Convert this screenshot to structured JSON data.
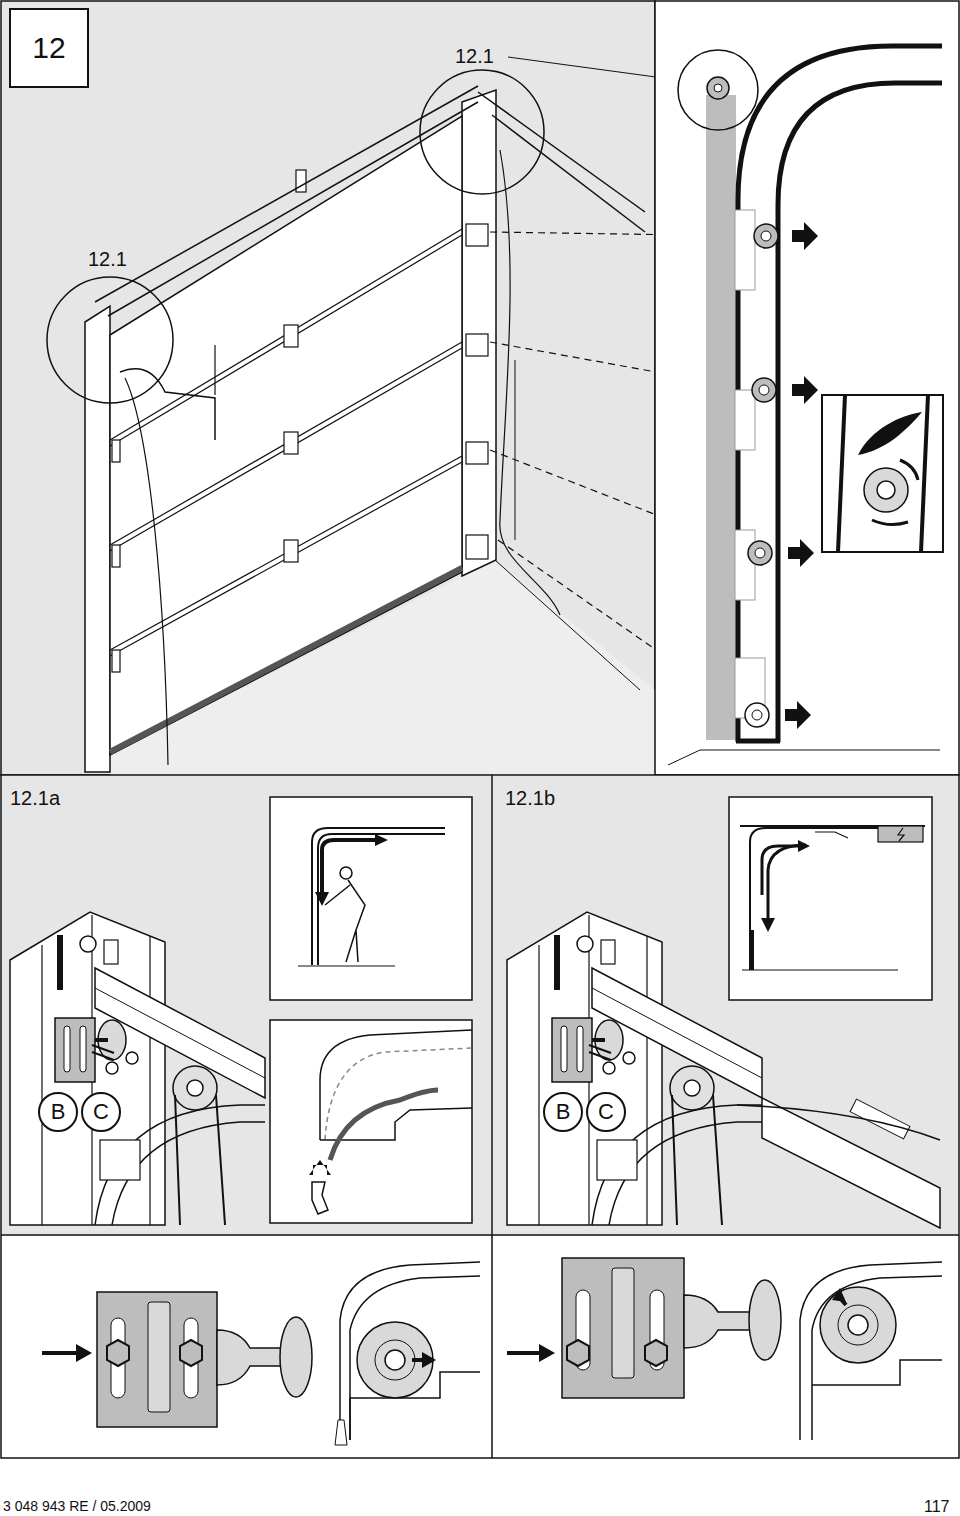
{
  "diagram": {
    "nodes": [
      {
        "text": [
          "12"
        ]
      },
      {
        "text": [
          "B"
        ]
      },
      {
        "text": [
          "C"
        ]
      },
      {
        "text": [
          "B"
        ]
      },
      {
        "text": [
          "C"
        ]
      }
    ],
    "labels": [
      "12.1",
      "12.1",
      "12.1a",
      "12.1b",
      "3 048 943 RE / 05.2009",
      "117"
    ]
  }
}
